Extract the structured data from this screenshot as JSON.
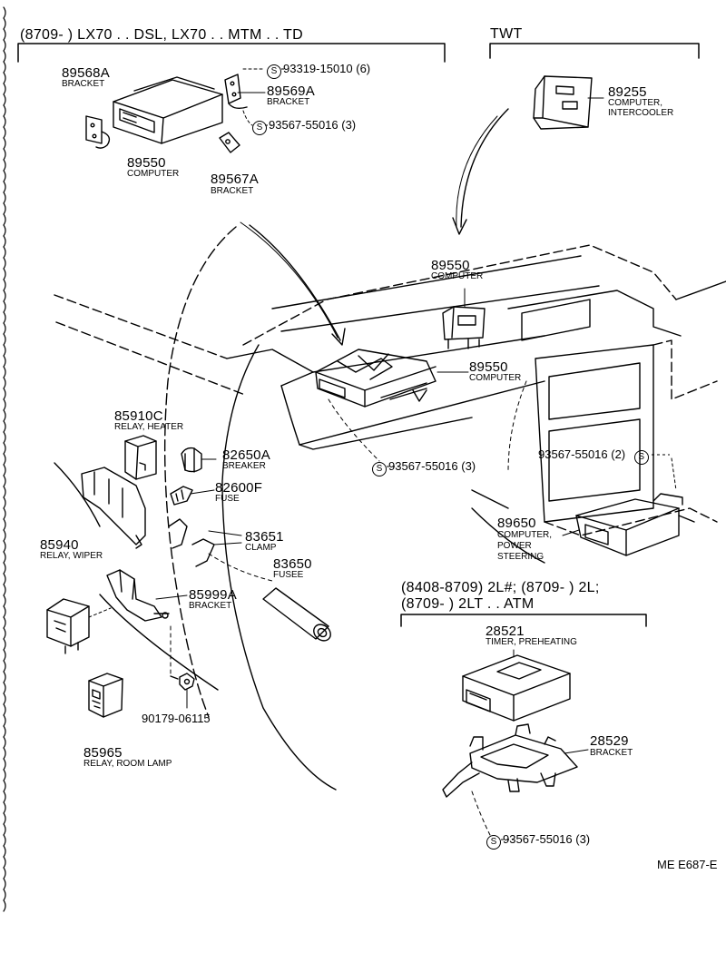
{
  "headers": {
    "top_left": "(8709-        ) LX70 . . DSL, LX70 . . MTM . . TD",
    "top_right": "TWT",
    "mid_right_line1": "(8408-8709) 2L#; (8709-        ) 2L;",
    "mid_right_line2": "(8709-        ) 2LT . . ATM"
  },
  "parts": {
    "p89568a": {
      "num": "89568A",
      "name": "BRACKET"
    },
    "p89550_top": {
      "num": "89550",
      "name": "COMPUTER"
    },
    "s93319": {
      "symbol": "S",
      "num": "93319-15010 (6)"
    },
    "p89569a": {
      "num": "89569A",
      "name": "BRACKET"
    },
    "s93567_a": {
      "symbol": "S",
      "num": "93567-55016 (3)"
    },
    "p89567a": {
      "num": "89567A",
      "name": "BRACKET"
    },
    "p89255": {
      "num": "89255",
      "name1": "COMPUTER,",
      "name2": "INTERCOOLER"
    },
    "p89550_dash1": {
      "num": "89550",
      "name": "COMPUTER"
    },
    "p89550_dash2": {
      "num": "89550",
      "name": "COMPUTER"
    },
    "s93567_b": {
      "symbol": "S",
      "num": "93567-55016 (3)"
    },
    "s93567_c": {
      "symbol": "S",
      "num": "93567-55016 (2)"
    },
    "p89650": {
      "num": "89650",
      "name1": "COMPUTER,",
      "name2": "POWER",
      "name3": "STEERING"
    },
    "p85910c": {
      "num": "85910C",
      "name": "RELAY, HEATER"
    },
    "p82650a": {
      "num": "82650A",
      "name": "BREAKER"
    },
    "p82600f": {
      "num": "82600F",
      "name": "FUSE"
    },
    "p83651": {
      "num": "83651",
      "name": "CLAMP"
    },
    "p83650": {
      "num": "83650",
      "name": "FUSEE"
    },
    "p85940": {
      "num": "85940",
      "name": "RELAY, WIPER"
    },
    "p85999a": {
      "num": "85999A",
      "name": "BRACKET"
    },
    "p90179": {
      "num": "90179-06115"
    },
    "p85965": {
      "num": "85965",
      "name": "RELAY, ROOM LAMP"
    },
    "p28521": {
      "num": "28521",
      "name": "TIMER, PREHEATING"
    },
    "p28529": {
      "num": "28529",
      "name": "BRACKET"
    },
    "s93567_d": {
      "symbol": "S",
      "num": "93567-55016 (3)"
    }
  },
  "ref_code": "ME E687-E"
}
